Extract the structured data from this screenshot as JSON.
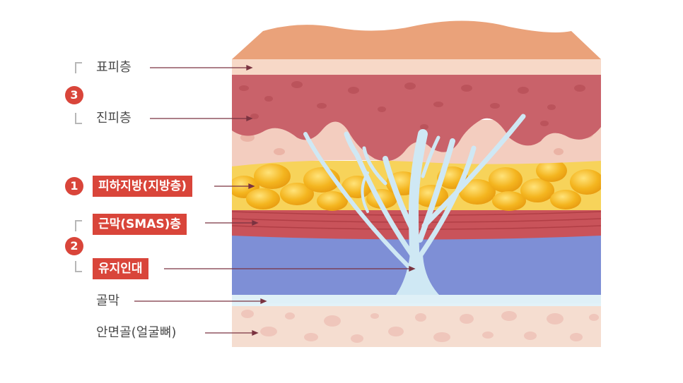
{
  "labels": {
    "epidermis": "표피층",
    "dermis": "진피층",
    "subcutaneous_fat": "피하지방(지방층)",
    "smas": "근막(SMAS)층",
    "retaining_ligament": "유지인대",
    "periosteum": "골막",
    "facial_bone": "안면골(얼굴뼈)"
  },
  "badges": {
    "one": "1",
    "two": "2",
    "three": "3"
  },
  "colors": {
    "accent": "#d9453a",
    "epidermis": "#f2c3aa",
    "dermis": "#c9626a",
    "fat": "#f4c22c",
    "muscle": "#c9535a",
    "ligament_layer": "#7e8fd6",
    "periosteum": "#dff0f7",
    "bone": "#f5ddd0"
  }
}
